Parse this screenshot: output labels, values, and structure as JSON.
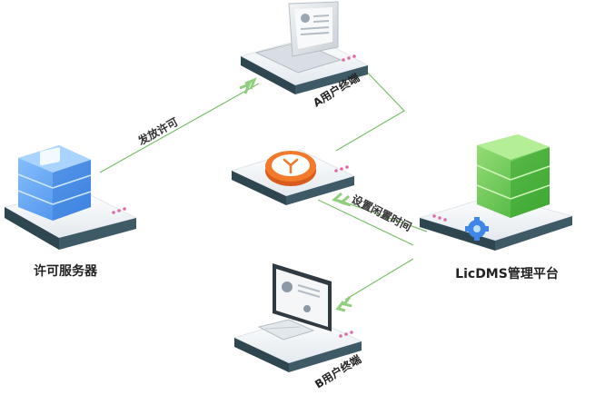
{
  "nodes": {
    "license_server": {
      "label": "许可服务器"
    },
    "client_a": {
      "label": "A用户终端"
    },
    "clock": {
      "label": ""
    },
    "licdms": {
      "label": "LicDMS管理平台"
    },
    "client_b": {
      "label": "B用户终端"
    }
  },
  "edges": {
    "issue_license": {
      "label": "发放许可"
    },
    "set_idle_time": {
      "label": "设置闲置时间"
    }
  },
  "colors": {
    "line": "#7cbf6a",
    "arrow": "#8fcf7d",
    "blue_server": "#5aa0ee",
    "green_server": "#5cc44a",
    "clock_orange": "#f27a2a",
    "platform": "#eef2f5",
    "platform_edge": "#2c3e47"
  }
}
